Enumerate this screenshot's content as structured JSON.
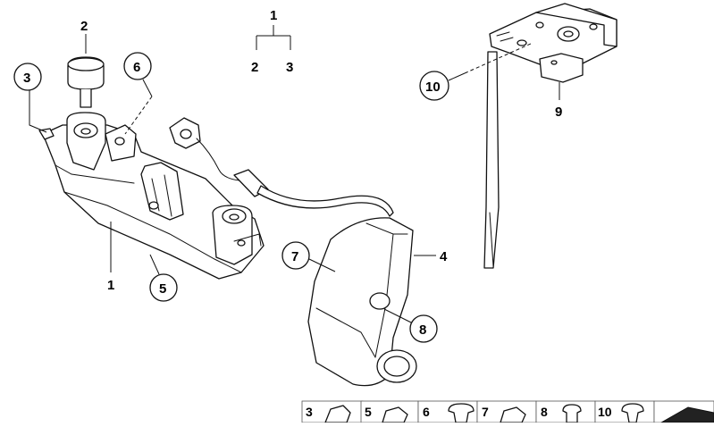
{
  "callouts": {
    "c1": "1",
    "c2": "2",
    "c3": "3",
    "c4": "4",
    "c5": "5",
    "c6": "6",
    "c7": "7",
    "c8": "8",
    "c9": "9",
    "c10": "10"
  },
  "tree": {
    "root": "1",
    "left": "2",
    "right": "3"
  },
  "strip": [
    "3",
    "5",
    "6",
    "7",
    "8",
    "10"
  ]
}
